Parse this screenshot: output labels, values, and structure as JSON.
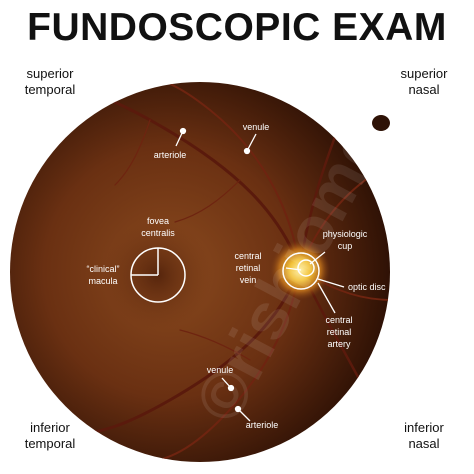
{
  "title": "FUNDOSCOPIC EXAM",
  "corners": {
    "superior_temporal": [
      "superior",
      "temporal"
    ],
    "superior_nasal": [
      "superior",
      "nasal"
    ],
    "inferior_temporal": [
      "inferior",
      "temporal"
    ],
    "inferior_nasal": [
      "inferior",
      "nasal"
    ]
  },
  "labels": {
    "venule_top": "venule",
    "arteriole_top": "arteriole",
    "fovea_centralis": [
      "fovea",
      "centralis"
    ],
    "clinical_macula": [
      "“clinical”",
      "macula"
    ],
    "physiologic_cup": [
      "physiologic",
      "cup"
    ],
    "central_retinal_vein": [
      "central",
      "retinal",
      "vein"
    ],
    "optic_disc": "optic disc",
    "central_retinal_artery": [
      "central",
      "retinal",
      "artery"
    ],
    "venule_bottom": "venule",
    "arteriole_bottom": "arteriole"
  },
  "watermark": "©rishiomd",
  "colors": {
    "fundus_center": "#8a4a1e",
    "fundus_edge": "#2a0f04",
    "disc": "#f2c23a",
    "label_text": "#ffffff"
  }
}
